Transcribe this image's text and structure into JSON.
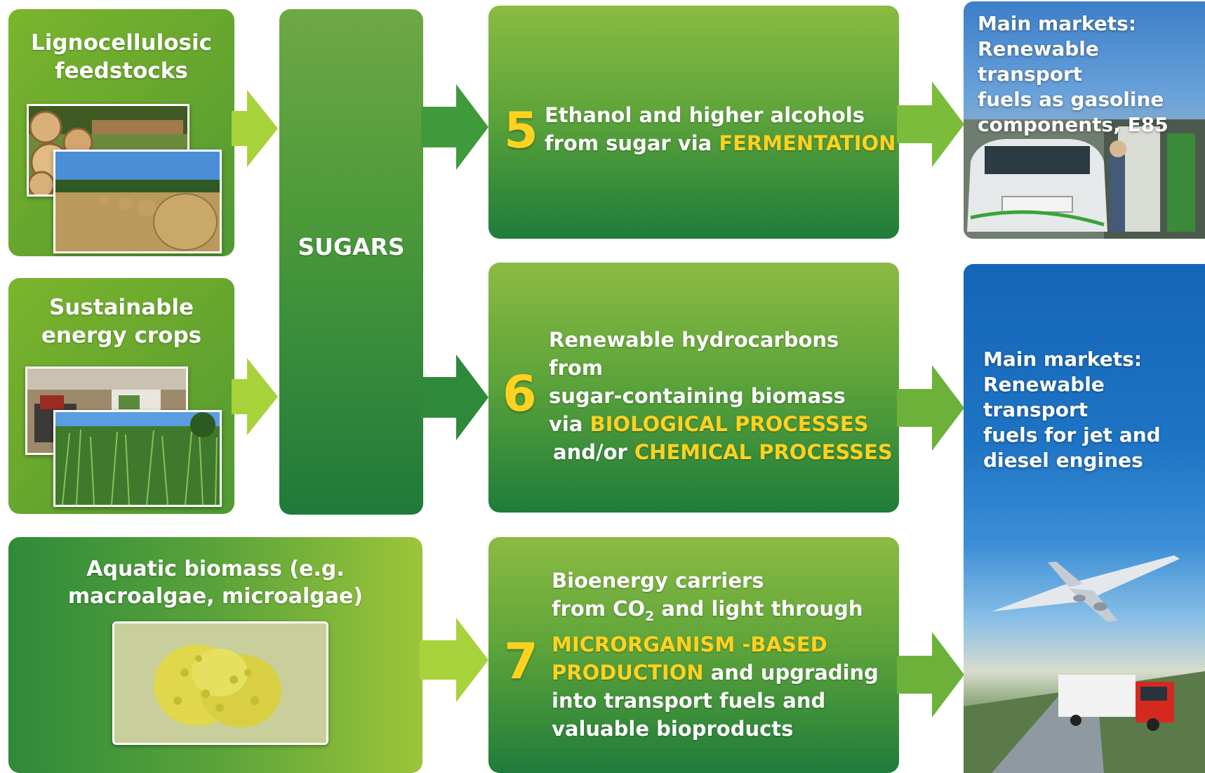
{
  "sources": {
    "lignocellulosic": [
      "Lignocellulosic",
      "feedstocks"
    ],
    "energy_crops": [
      "Sustainable",
      "energy crops"
    ],
    "aquatic": [
      "Aquatic biomass (e.g.",
      "macroalgae, microalgae)"
    ]
  },
  "sugars_label": "SUGARS",
  "processes": {
    "p5": {
      "number": "5",
      "line1": "Ethanol and higher alcohols",
      "line2_pre": "from sugar via ",
      "line2_hl": "FERMENTATION"
    },
    "p6": {
      "number": "6",
      "line1": "Renewable hydrocarbons from",
      "line2": "sugar-containing biomass",
      "line3_pre": "via ",
      "line3_hl": "BIOLOGICAL PROCESSES",
      "line4_pre": "and/or ",
      "line4_hl": "CHEMICAL PROCESSES"
    },
    "p7": {
      "number": "7",
      "line1": "Bioenergy carriers",
      "line2_pre": "from CO",
      "line2_sub": "2",
      "line2_post": " and light through",
      "line3_hl": "MICRORGANISM -BASED",
      "line4_hl": "PRODUCTION",
      "line4_post": " and upgrading",
      "line5": "into transport fuels and",
      "line6": "valuable bioproducts"
    }
  },
  "markets": {
    "gasoline": [
      "Main markets:",
      "Renewable transport",
      "fuels as gasoline",
      "components, E85"
    ],
    "jet_diesel": [
      "Main markets:",
      "Renewable transport",
      "fuels for jet and",
      "diesel engines"
    ]
  },
  "colors": {
    "highlight": "#ffd21f",
    "green_light": "#8cc63f",
    "green_dark": "#1f7a3a",
    "market_blue": "#1f6db5"
  }
}
